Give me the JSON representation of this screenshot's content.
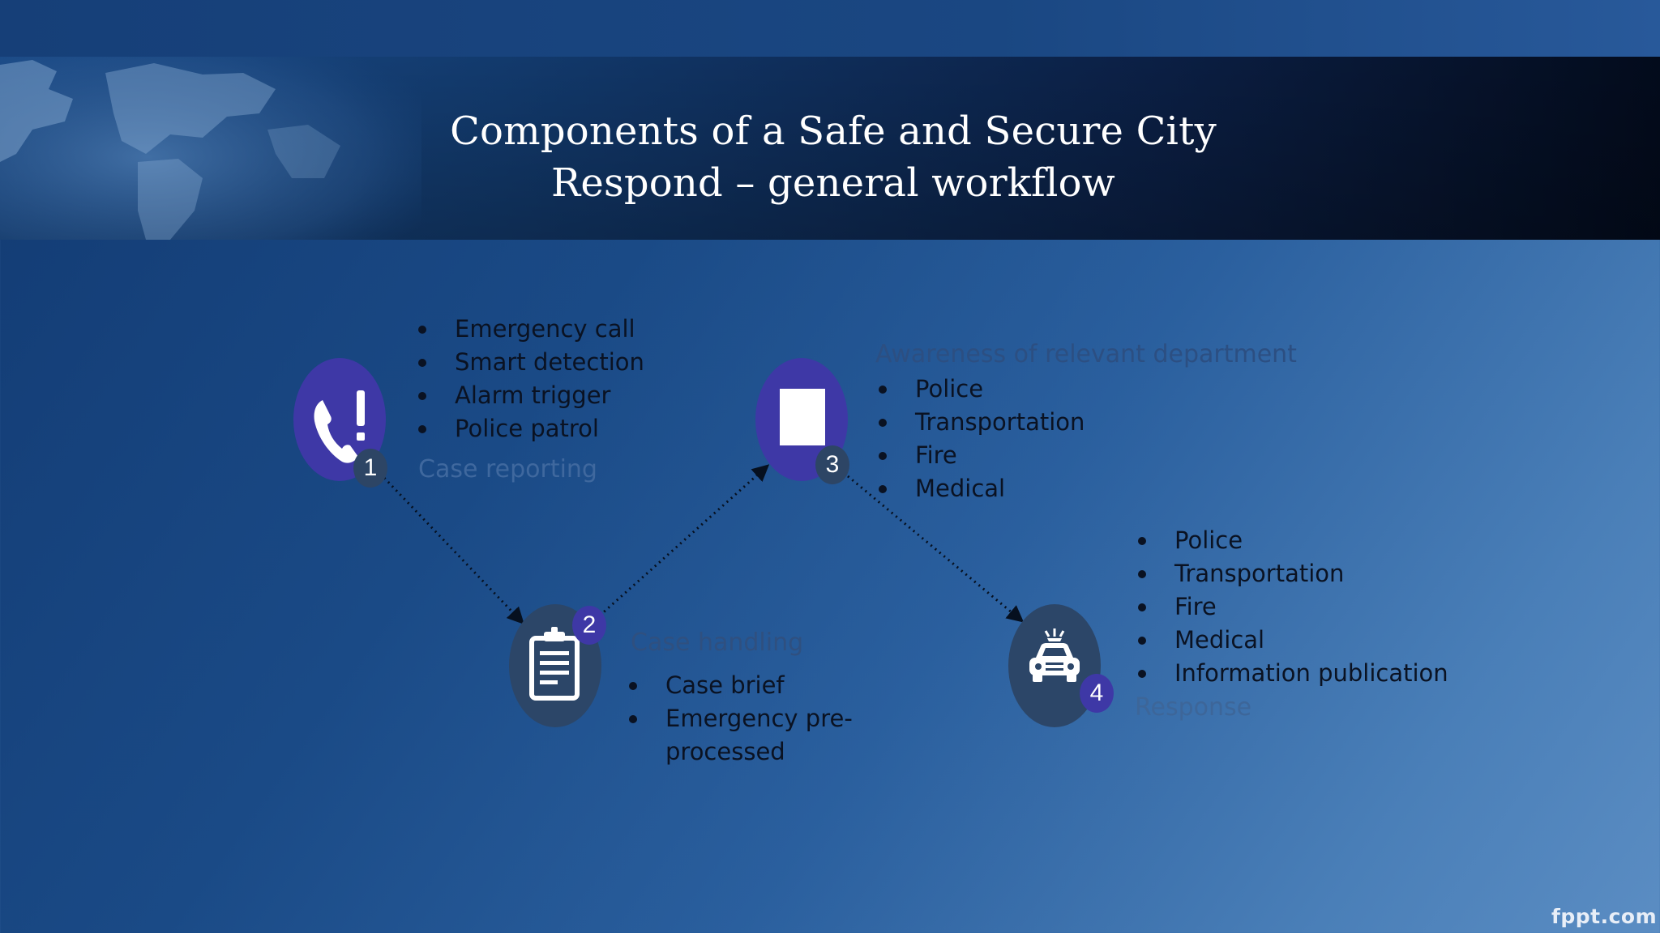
{
  "title": {
    "line1": "Components of a Safe and Secure City",
    "line2": "Respond – general workflow"
  },
  "steps": [
    {
      "number": "1",
      "label": "Case reporting",
      "icon": "phone-alert-icon",
      "items": [
        "Emergency call",
        "Smart detection",
        "Alarm trigger",
        "Police patrol"
      ]
    },
    {
      "number": "2",
      "label": "Case handling",
      "icon": "clipboard-icon",
      "items": [
        "Case brief",
        "Emergency pre-processed"
      ]
    },
    {
      "number": "3",
      "label": "Awareness of relevant department",
      "icon": "document-icon",
      "items": [
        "Police",
        "Transportation",
        "Fire",
        "Medical"
      ]
    },
    {
      "number": "4",
      "label": "Response",
      "icon": "police-car-icon",
      "items": [
        "Police",
        "Transportation",
        "Fire",
        "Medical",
        "Information publication"
      ]
    }
  ],
  "watermark": "fppt.com",
  "colors": {
    "accent_purple": "#3e38a6",
    "node_slate": "#2c4668",
    "title_text": "#ffffff",
    "body_text": "#0a1222"
  }
}
